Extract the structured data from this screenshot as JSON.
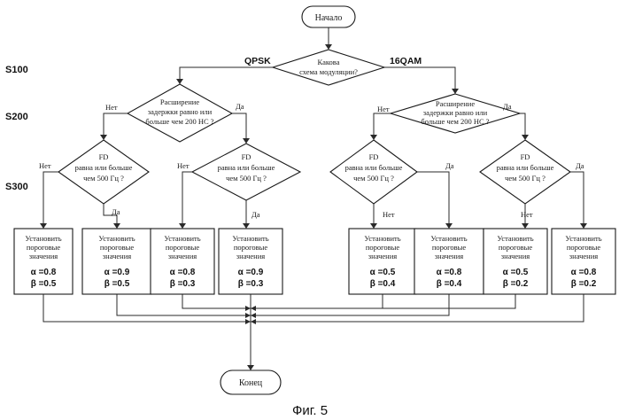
{
  "start": "Начало",
  "end": "Конец",
  "caption": "Фиг. 5",
  "steps": {
    "s100": "S100",
    "s200": "S200",
    "s300": "S300"
  },
  "q_mod": {
    "line1": "Какова",
    "line2": "схема модуляции?",
    "left": "QPSK",
    "right": "16QAM"
  },
  "q_delay": {
    "line1": "Расширение",
    "line2": "задержки равно или",
    "line3": "больше чем 200 НС ?"
  },
  "q_delay_right": {
    "line1": "Расширение",
    "line2": "задержки равно или",
    "line3": "больше чем 200 НС ?"
  },
  "q_fd": {
    "line1": "FD",
    "line2": "равна или больше",
    "line3": "чем 500 Гц ?"
  },
  "yes": "Да",
  "no": "Нет",
  "action": {
    "line1": "Установить",
    "line2": "пороговые",
    "line3": "значения"
  },
  "thresholds": [
    {
      "alpha": "α =0.8",
      "beta": "β =0.5"
    },
    {
      "alpha": "α =0.9",
      "beta": "β =0.5"
    },
    {
      "alpha": "α =0.8",
      "beta": "β =0.3"
    },
    {
      "alpha": "α =0.9",
      "beta": "β =0.3"
    },
    {
      "alpha": "α =0.5",
      "beta": "β =0.4"
    },
    {
      "alpha": "α =0.8",
      "beta": "β =0.4"
    },
    {
      "alpha": "α =0.5",
      "beta": "β =0.2"
    },
    {
      "alpha": "α =0.8",
      "beta": "β =0.2"
    }
  ]
}
